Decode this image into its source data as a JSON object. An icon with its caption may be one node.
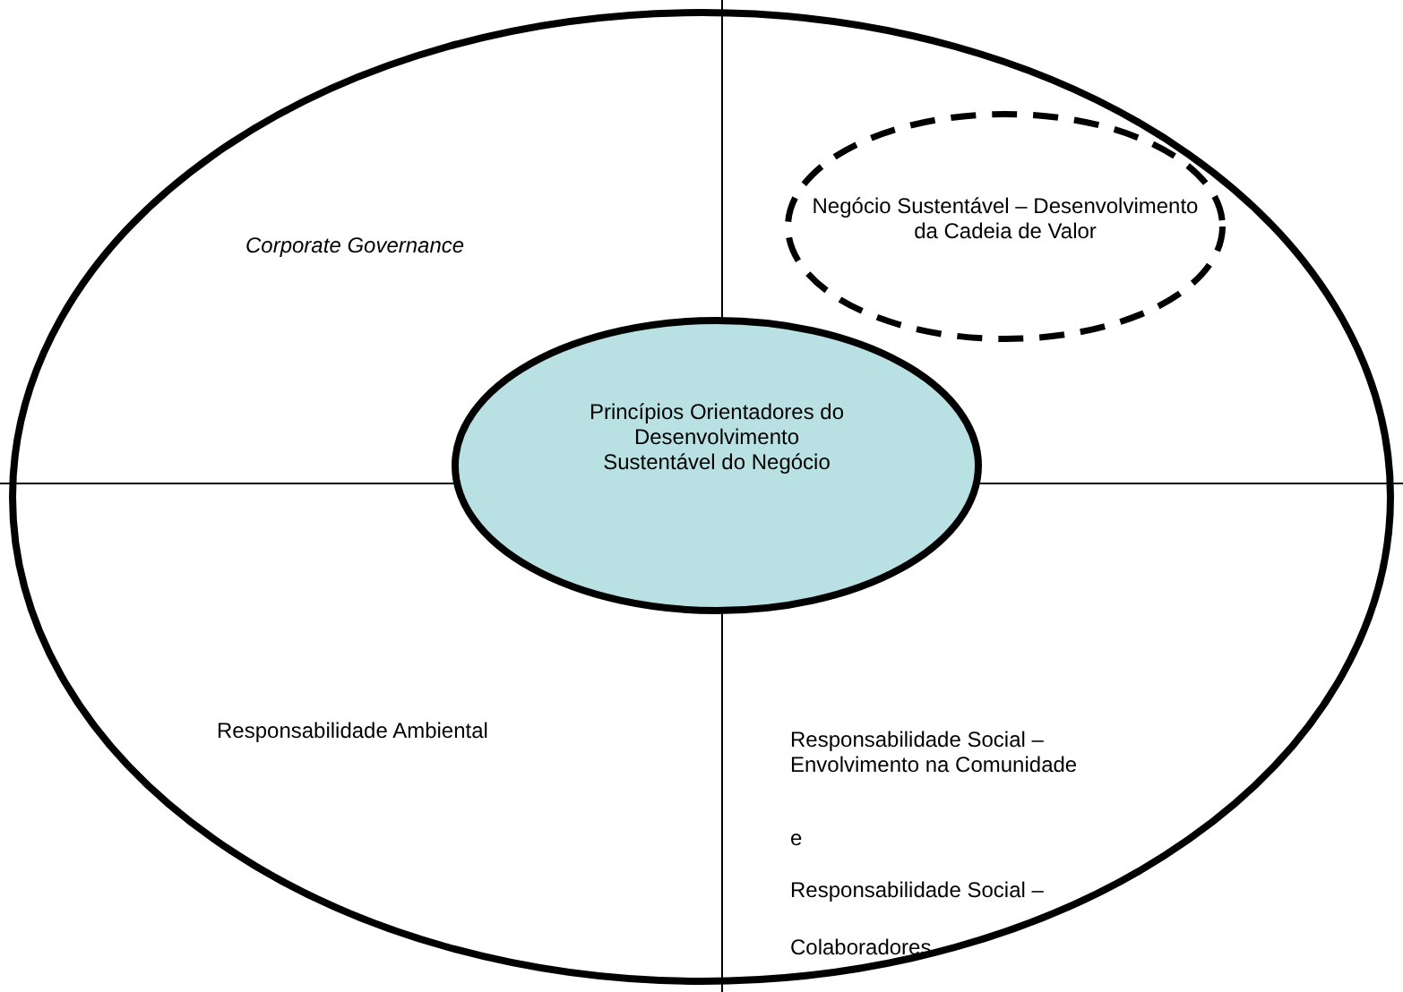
{
  "diagram": {
    "nodes": [
      {
        "text": [],
        "shape": "ellipse"
      },
      {
        "text": [
          "Princípios Orientadores do Desenvolvimento Sustentável do Negócio"
        ],
        "in": 0
      },
      {
        "text": [
          "Negócio Sustentável – Desenvolvimento da Cadeia de Valor"
        ],
        "in": 0
      }
    ],
    "edges": [],
    "labels": [
      "Corporate Governance",
      "Responsabilidade Ambiental",
      "Responsabilidade Social – Envolvimento na Comunidade",
      "e",
      "Responsabilidade Social –",
      "Colaboradores"
    ]
  }
}
